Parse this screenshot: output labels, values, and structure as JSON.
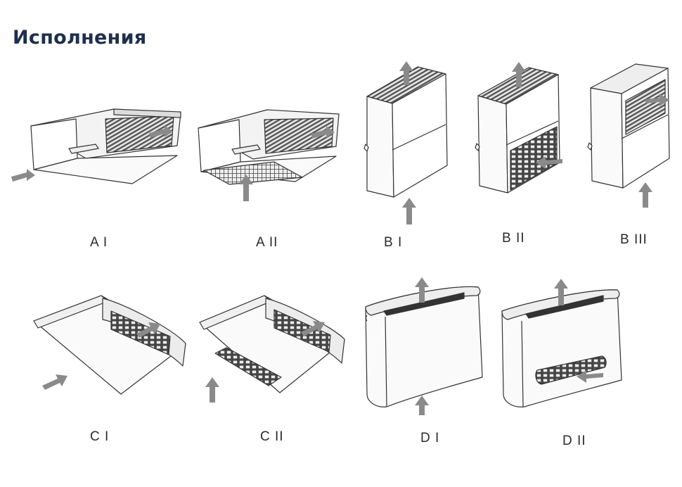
{
  "page": {
    "title": "Исполнения"
  },
  "variants": [
    {
      "id": "a1",
      "label": "A I"
    },
    {
      "id": "a2",
      "label": "A II"
    },
    {
      "id": "b1",
      "label": "B I"
    },
    {
      "id": "b2",
      "label": "B II"
    },
    {
      "id": "b3",
      "label": "B III"
    },
    {
      "id": "c1",
      "label": "C I"
    },
    {
      "id": "c2",
      "label": "C II"
    },
    {
      "id": "d1",
      "label": "D I"
    },
    {
      "id": "d2",
      "label": "D II"
    }
  ],
  "colors": {
    "outline": "#333333",
    "arrow": "#8a8a8a",
    "grille": "#555555",
    "title": "#1f2f4d"
  }
}
